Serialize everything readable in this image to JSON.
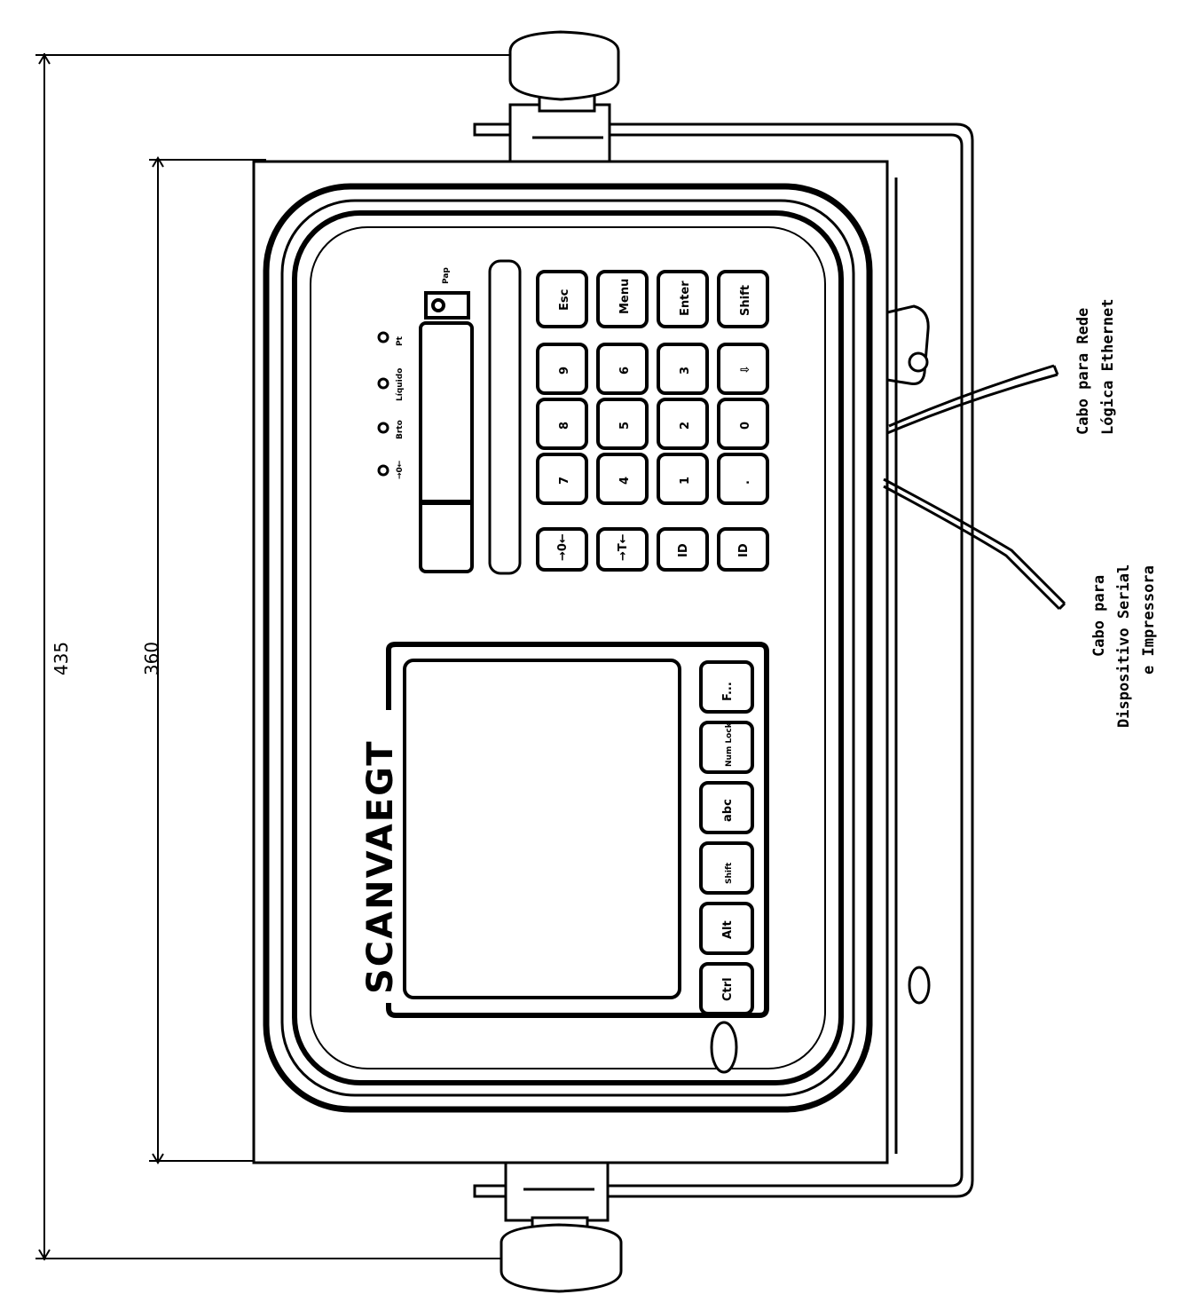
{
  "dimensions": {
    "overall": "435",
    "panel": "360"
  },
  "callouts": {
    "ethernet": [
      "Cabo para Rede",
      "Lógica Ethernet"
    ],
    "serial": [
      "Cabo para",
      "Dispositivo Serial",
      "e Impressora"
    ]
  },
  "brand": "SCANVAEGT",
  "indicators": [
    "→0←",
    "Brto",
    "Líquido",
    "Pt"
  ],
  "printer_label": "Pap",
  "numeric_keys": [
    "7",
    "8",
    "9",
    "4",
    "5",
    "6",
    "1",
    "2",
    "3",
    ".",
    "0",
    "⇩"
  ],
  "right_keys": [
    "Esc",
    "Menu",
    "Enter",
    "Shift"
  ],
  "left_keys": [
    "→0←",
    "→T←",
    "ID",
    "ID"
  ],
  "function_keys": [
    "F...",
    "Num Lock",
    "abc",
    "Shift",
    "Alt",
    "Ctrl"
  ]
}
